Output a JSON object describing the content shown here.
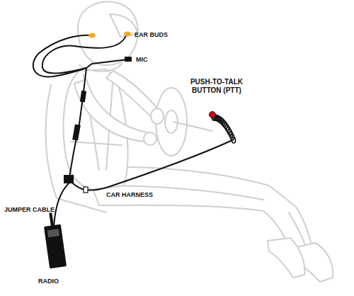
{
  "diagram": {
    "labels": [
      "EAR BUDS",
      "MIC",
      "PUSH-TO-TALK BUTTON (PTT)",
      "CAR HARNESS",
      "JUMPER CABLE",
      "RADIO"
    ]
  }
}
